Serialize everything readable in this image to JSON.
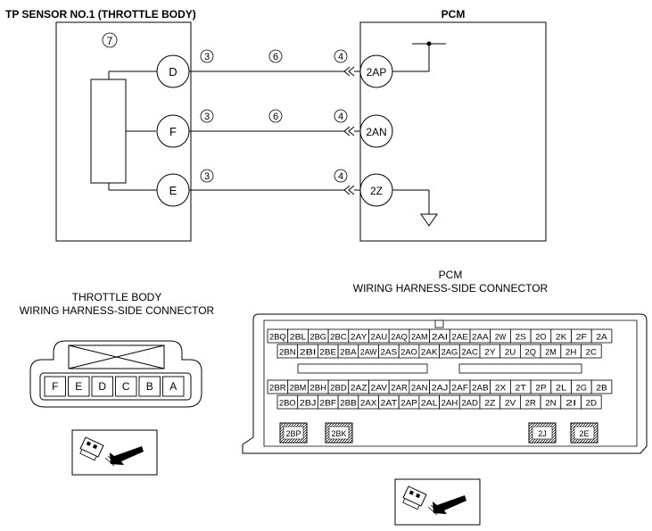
{
  "diagram": {
    "sensor_title": "TP SENSOR NO.1 (THROTTLE BODY)",
    "pcm_title": "PCM",
    "component_callout": "7",
    "sensor_terminals": [
      "D",
      "F",
      "E"
    ],
    "pcm_terminals": [
      "2AP",
      "2AN",
      "2Z"
    ],
    "wire_callouts": {
      "connector_side": "3",
      "harness": "6",
      "pcm_side": "4"
    }
  },
  "throttle_connector": {
    "title_line1": "THROTTLE BODY",
    "title_line2": "WIRING HARNESS-SIDE CONNECTOR",
    "pins": [
      "F",
      "E",
      "D",
      "C",
      "B",
      "A"
    ]
  },
  "pcm_connector": {
    "title_line1": "PCM",
    "title_line2": "WIRING HARNESS-SIDE CONNECTOR",
    "upper_row1": [
      "2BQ",
      "2BL",
      "2BG",
      "2BC",
      "2AY",
      "2AU",
      "2AQ",
      "2AM",
      "2AI",
      "2AE",
      "2AA",
      "2W",
      "2S",
      "2O",
      "2K",
      "2F",
      "2A"
    ],
    "upper_row2": [
      "2BN",
      "2BI",
      "2BE",
      "2BA",
      "2AW",
      "2AS",
      "2AO",
      "2AK",
      "2AG",
      "2AC",
      "2Y",
      "2U",
      "2Q",
      "2M",
      "2H",
      "2C"
    ],
    "lower_row1": [
      "2BR",
      "2BM",
      "2BH",
      "2BD",
      "2AZ",
      "2AV",
      "2AR",
      "2AN",
      "2AJ",
      "2AF",
      "2AB",
      "2X",
      "2T",
      "2P",
      "2L",
      "2G",
      "2B"
    ],
    "lower_row2": [
      "2BO",
      "2BJ",
      "2BF",
      "2BB",
      "2AX",
      "2AT",
      "2AP",
      "2AL",
      "2AH",
      "2AD",
      "2Z",
      "2V",
      "2R",
      "2N",
      "2I",
      "2D"
    ],
    "special_pins": [
      "2BP",
      "2BK",
      "2J",
      "2E"
    ]
  },
  "icons": [
    "connector-view-icon",
    "connector-view-icon"
  ]
}
